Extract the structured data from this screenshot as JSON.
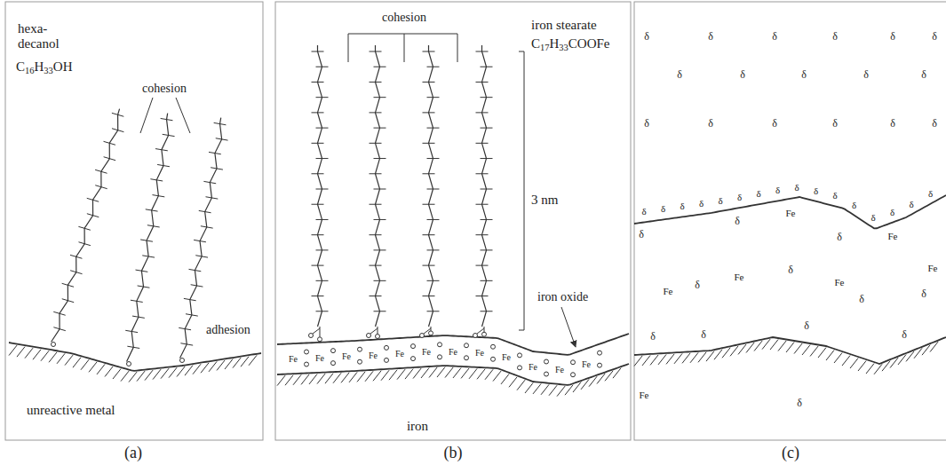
{
  "diagram": {
    "labels": [
      "hexa- decanol",
      "C16H33OH",
      "cohesion",
      "adhesion",
      "unreactive metal",
      "(a)",
      "cohesion",
      "iron stearate",
      "C17H33COOFe",
      "3 nm",
      "iron oxide",
      "iron",
      "(b)",
      "(c)",
      "Fe",
      "Fe",
      "Fe",
      "Fe",
      "Fe",
      "Fe",
      "Fe",
      "Fe",
      "Fe",
      "Fe",
      "Fe",
      "Fe",
      "δ",
      "δ",
      "δ",
      "δ",
      "δ",
      "δ",
      "δ",
      "δ",
      "δ",
      "δ",
      "δ",
      "δ",
      "δ",
      "δ",
      "δ",
      "δ",
      "δ",
      "δ",
      "δ",
      "δ",
      "δ",
      "δ",
      "δ",
      "δ",
      "δ",
      "δ",
      "δ",
      "δ",
      "δ",
      "δ",
      "δ",
      "δ",
      "δ",
      "δ",
      "Fe",
      "δ",
      "Fe",
      "δ",
      "Fe",
      "δ",
      "Fe",
      "δ",
      "Fe",
      "δ",
      "Fe",
      "δ",
      "δ",
      "δ",
      "δ",
      "δ",
      "Fe",
      "δ"
    ]
  }
}
